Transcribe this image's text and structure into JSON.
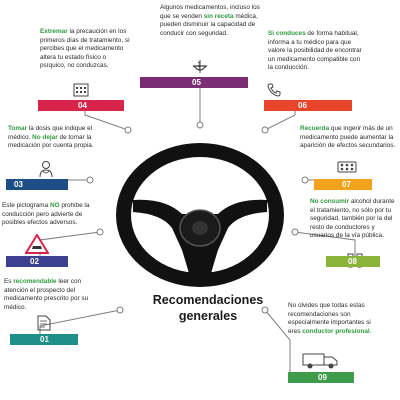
{
  "title": {
    "line1": "Recomendaciones",
    "line2": "generales"
  },
  "items": [
    {
      "num": "01",
      "color": "#1f8f8a",
      "icon": "document-icon",
      "text_pre": "Es ",
      "highlight": "recomendable",
      "text_post": " leer con atención el prospecto del medicamento prescrito por su médico.",
      "hl_color": "#2e9a3f"
    },
    {
      "num": "02",
      "color": "#3d3f8f",
      "icon": "car-warning-icon",
      "text_pre": "Este pictograma ",
      "highlight": "NO",
      "text_post": " prohibe la conducción pero advierte de posibles efectos adversos.",
      "hl_color": "#2e9a3f"
    },
    {
      "num": "03",
      "color": "#1d4f86",
      "icon": "doctor-icon",
      "text_pre": "",
      "highlight": "Tomar",
      "text_post": " la dosis que indique el médico. ",
      "highlight2": "No dejar",
      "text_post2": " de tomar la medicación por cuenta propia.",
      "hl_color": "#2e9a3f"
    },
    {
      "num": "04",
      "color": "#d8244a",
      "icon": "calendar-icon",
      "text_pre": "",
      "highlight": "Extremar",
      "text_post": " la precaución en los primeros días de tratamiento, si percibes que el medicamento altera tu estado físico o psíquico, no conduzcas.",
      "hl_color": "#2e9a3f"
    },
    {
      "num": "05",
      "color": "#7a2d72",
      "icon": "pharmacy-icon",
      "text_pre": "Algunos medicamentos, incluso los que se venden ",
      "highlight": "sin receta",
      "text_post": " médica, pueden disminuir la capacidad de conducir con seguridad.",
      "hl_color": "#2e9a3f"
    },
    {
      "num": "06",
      "color": "#e8452a",
      "icon": "phone-doctor-icon",
      "text_pre": "",
      "highlight": "Si conduces",
      "text_post": " de forma habitual, informa a tu médico para que valore la posibilidad de encontrar un medicamento compatible con la conducción.",
      "hl_color": "#2e9a3f"
    },
    {
      "num": "07",
      "color": "#f4a11d",
      "icon": "pills-icon",
      "text_pre": "",
      "highlight": "Recuerda",
      "text_post": " que ingerir más de un medicamento puede aumentar la aparición de efectos secundarios.",
      "hl_color": "#2e9a3f"
    },
    {
      "num": "08",
      "color": "#8cb43a",
      "icon": "glasses-icon",
      "text_pre": "",
      "highlight": "No consumir",
      "text_post": " alcohol durante el tratamiento, no sólo por tu seguridad, también por la del resto de conductores y usuarios de la vía pública.",
      "hl_color": "#2e9a3f"
    },
    {
      "num": "09",
      "color": "#3e9c4a",
      "icon": "truck-icon",
      "text_pre": "No olvides que todas estas recomendaciones son especialmente importantes si eres ",
      "highlight": "conductor profesional",
      "text_post": ".",
      "hl_color": "#2e9a3f"
    }
  ]
}
